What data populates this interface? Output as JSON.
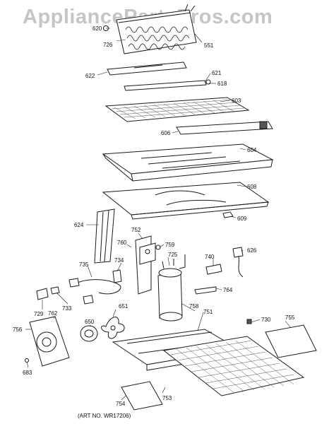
{
  "watermark": "AppliancePartsPros.com",
  "art_number": "(ART NO. WR17206)",
  "labels": {
    "l620": "620",
    "l726": "726",
    "l551": "551",
    "l622": "622",
    "l621": "621",
    "l618": "618",
    "l603": "603",
    "l606": "606",
    "l604": "604",
    "l608": "608",
    "l609": "609",
    "l624": "624",
    "l752": "752",
    "l759": "759",
    "l760": "760",
    "l725": "725",
    "l740": "740",
    "l626": "626",
    "l735": "735",
    "l734": "734",
    "l764": "764",
    "l729": "729",
    "l733": "733",
    "l762": "762",
    "l651": "651",
    "l758": "758",
    "l751": "751",
    "l730": "730",
    "l755": "755",
    "l756": "756",
    "l650": "650",
    "l683": "683",
    "l754": "754",
    "l753": "753"
  }
}
